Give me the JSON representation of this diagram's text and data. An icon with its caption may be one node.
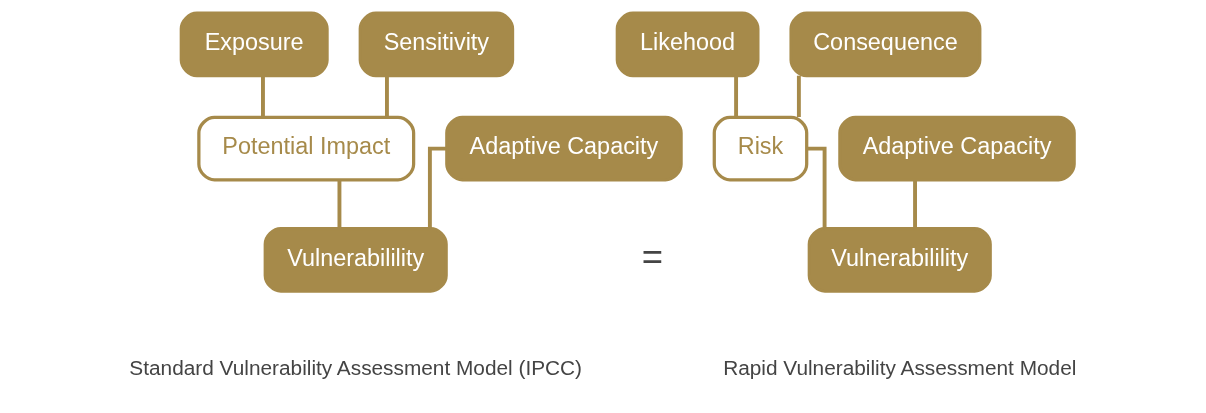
{
  "diagram": {
    "nodes": [
      {
        "text": [
          "Exposure"
        ]
      },
      {
        "text": [
          "Sensitivity"
        ]
      },
      {
        "text": [
          "Potential Impact"
        ]
      },
      {
        "text": [
          "Adaptive Capacity"
        ]
      },
      {
        "text": [
          "Vulnerabilility"
        ]
      },
      {
        "text": [
          "Likehood"
        ]
      },
      {
        "text": [
          "Consequence"
        ]
      },
      {
        "text": [
          "Risk"
        ]
      },
      {
        "text": [
          "Adaptive Capacity"
        ]
      },
      {
        "text": [
          "Vulnerabilility"
        ]
      }
    ],
    "edges": [
      {
        "from": 0,
        "to": 2,
        "arrow": "none"
      },
      {
        "from": 1,
        "to": 2,
        "arrow": "none"
      },
      {
        "from": 2,
        "to": 4,
        "arrow": "none"
      },
      {
        "from": 3,
        "to": 4,
        "arrow": "none"
      },
      {
        "from": 5,
        "to": 7,
        "arrow": "none"
      },
      {
        "from": 6,
        "to": 7,
        "arrow": "none"
      },
      {
        "from": 7,
        "to": 9,
        "arrow": "none"
      },
      {
        "from": 8,
        "to": 9,
        "arrow": "none"
      }
    ],
    "labels": [
      "=",
      "Standard Vulnerability Assessment Model (IPCC)",
      "Rapid Vulnerability Assessment Model"
    ]
  }
}
